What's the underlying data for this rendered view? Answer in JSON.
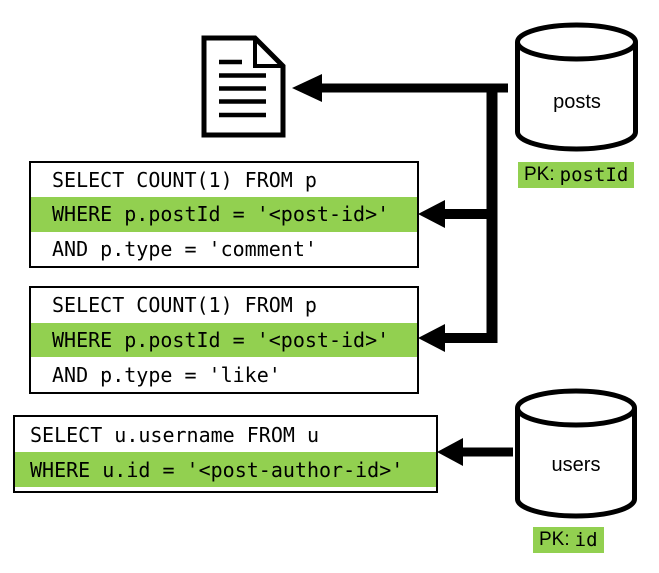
{
  "colors": {
    "highlight": "#92d050",
    "ink": "#000000",
    "background": "#ffffff"
  },
  "queries": [
    {
      "lines": [
        {
          "text": "SELECT COUNT(1) FROM p",
          "highlight": false
        },
        {
          "text": "WHERE p.postId = '<post-id>'",
          "highlight": true
        },
        {
          "text": "AND p.type = 'comment'",
          "highlight": false
        }
      ]
    },
    {
      "lines": [
        {
          "text": "SELECT COUNT(1) FROM p",
          "highlight": false
        },
        {
          "text": "WHERE p.postId = '<post-id>'",
          "highlight": true
        },
        {
          "text": "AND p.type = 'like'",
          "highlight": false
        }
      ]
    },
    {
      "lines": [
        {
          "text": "SELECT u.username FROM u",
          "highlight": false
        },
        {
          "text": "WHERE u.id = '<post-author-id>'",
          "highlight": true
        }
      ]
    }
  ],
  "databases": {
    "posts": {
      "name": "posts",
      "pk_label": "PK:",
      "pk_field": "postId"
    },
    "users": {
      "name": "users",
      "pk_label": "PK:",
      "pk_field": "id"
    }
  }
}
